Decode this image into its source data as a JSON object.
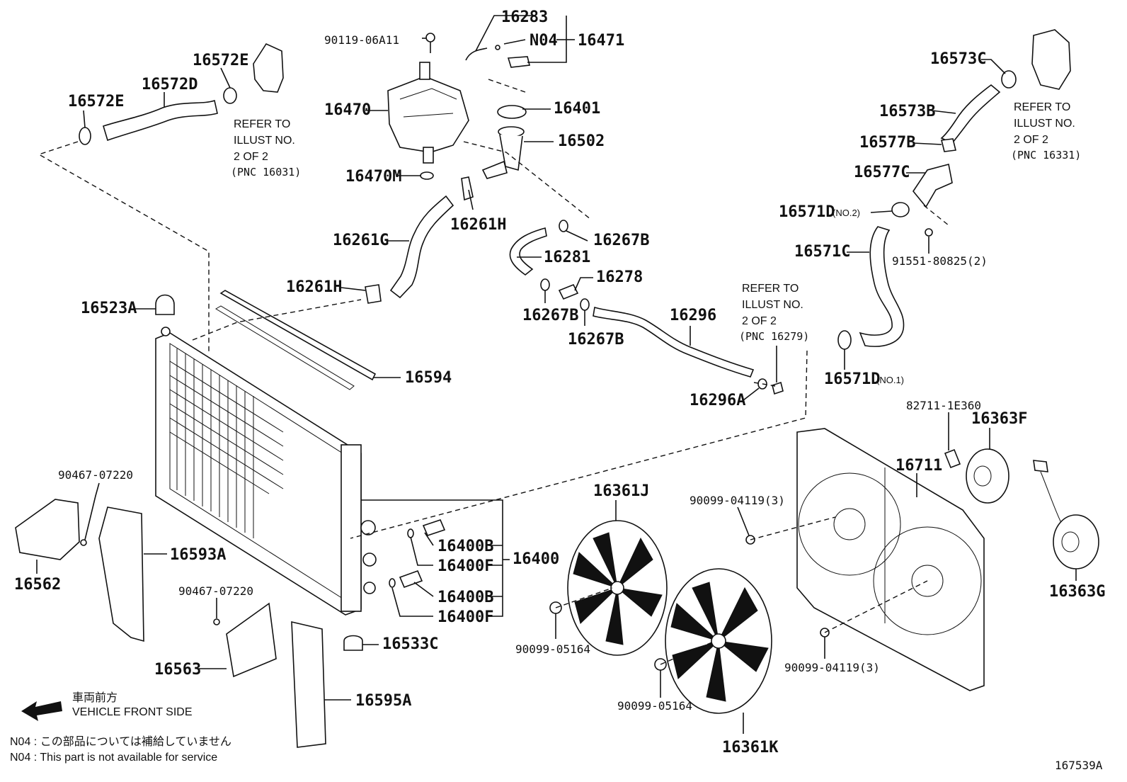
{
  "parts": {
    "p16283": "16283",
    "p90119": "90119-06A11",
    "pN04": "N04",
    "p16471": "16471",
    "p16572E_a": "16572E",
    "p16572E_b": "16572E",
    "p16572D": "16572D",
    "p16470": "16470",
    "p16401": "16401",
    "p16502": "16502",
    "p16470M": "16470M",
    "p16261H_a": "16261H",
    "p16261G": "16261G",
    "p16267B_a": "16267B",
    "p16281": "16281",
    "p16261H_b": "16261H",
    "p16278": "16278",
    "p16523A": "16523A",
    "p16267B_b": "16267B",
    "p16267B_c": "16267B",
    "p16296": "16296",
    "p16594": "16594",
    "p16296A": "16296A",
    "p16573C": "16573C",
    "p16573B": "16573B",
    "p16577B": "16577B",
    "p16577C": "16577C",
    "p16571D_2": "16571D",
    "p16571D_2_sfx": "(NO.2)",
    "p91551": "91551-80825(2)",
    "p16571C": "16571C",
    "p16571D_1": "16571D",
    "p16571D_1_sfx": "(NO.1)",
    "p82711": "82711-1E360",
    "p16363F": "16363F",
    "p16711": "16711",
    "p90467_a": "90467-07220",
    "p16361J": "16361J",
    "p90099_04119_a": "90099-04119(3)",
    "p16593A": "16593A",
    "p16562": "16562",
    "p16400B_a": "16400B",
    "p16400": "16400",
    "p16400F_a": "16400F",
    "p16400B_b": "16400B",
    "p16400F_b": "16400F",
    "p16363G": "16363G",
    "p90467_b": "90467-07220",
    "p16533C": "16533C",
    "p90099_05164_a": "90099-05164",
    "p90099_04119_b": "90099-04119(3)",
    "p16563": "16563",
    "p16595A": "16595A",
    "p90099_05164_b": "90099-05164",
    "p16361K": "16361K"
  },
  "refs": {
    "r1": [
      "REFER TO",
      "ILLUST NO.",
      "2 OF 2",
      "(PNC 16031)"
    ],
    "r2": [
      "REFER TO",
      "ILLUST NO.",
      "2 OF 2",
      "(PNC 16279)"
    ],
    "r3": [
      "REFER TO",
      "ILLUST NO.",
      "2 OF 2",
      "(PNC 16331)"
    ]
  },
  "legend": {
    "direction_jp": "車両前方",
    "direction_en": "VEHICLE FRONT SIDE",
    "note_jp": "N04 : この部品については補給していません",
    "note_en": "N04 : This part is not available for service"
  },
  "illustration_id": "167539A"
}
